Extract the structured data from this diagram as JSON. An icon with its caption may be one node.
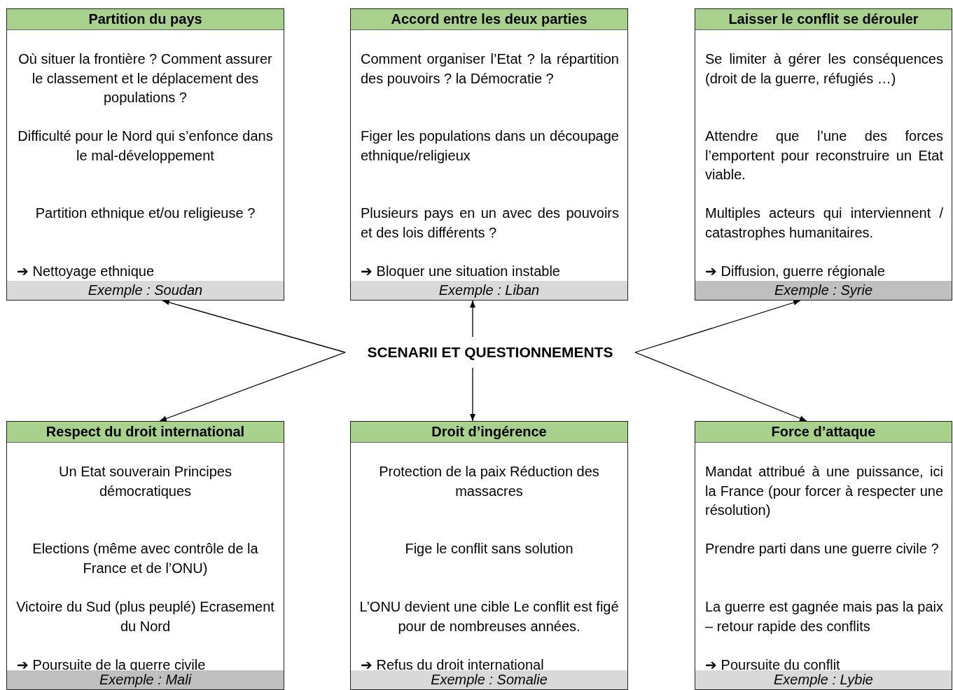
{
  "diagram": {
    "nodes": [
      {
        "text": [
          "Partition du pays",
          "Où situer la frontière ? Comment assurer le classement et le déplacement des populations ?",
          "Difficulté pour le Nord qui s’enfonce dans le mal-développement",
          "Partition ethnique et/ou religieuse ?",
          "➔ Nettoyage ethnique",
          "Exemple : Soudan"
        ]
      },
      {
        "text": [
          "Accord entre les deux parties",
          "Comment organiser l’Etat ? la répartition des pouvoirs ? la Démocratie ?",
          "Figer les populations dans un découpage ethnique/religieux",
          "Plusieurs pays en un avec des pouvoirs et des lois différents ?",
          "➔ Bloquer une situation instable",
          "Exemple : Liban"
        ]
      },
      {
        "text": [
          "Laisser le conflit se dérouler",
          "Se limiter à gérer les conséquences (droit de la guerre, réfugiés …)",
          "Attendre que l’une des forces l’emportent pour reconstruire un Etat viable.",
          "Multiples acteurs qui interviennent / catastrophes humanitaires.",
          "➔ Diffusion, guerre régionale",
          "Exemple : Syrie"
        ]
      },
      {
        "text": [
          "SCENARII ET QUESTIONNEMENTS"
        ]
      },
      {
        "text": [
          "Respect du droit international",
          "Un Etat souverain Principes démocratiques",
          "Elections (même avec contrôle de la France et de l’ONU)",
          "Victoire du Sud (plus peuplé) Ecrasement du Nord",
          "➔ Poursuite de la guerre civile",
          "Exemple : Mali"
        ]
      },
      {
        "text": [
          "Droit d’ingérence",
          "Protection de la paix Réduction des massacres",
          "Fige le conflit sans solution",
          "L’ONU devient une cible Le conflit est figé pour de nombreuses années.",
          "➔ Refus du droit international",
          "Exemple : Somalie"
        ]
      },
      {
        "text": [
          "Force d’attaque",
          "Mandat attribué à une puissance, ici la France (pour forcer à respecter une résolution)",
          "Prendre parti dans une guerre civile ?",
          "La guerre est gagnée mais pas la paix – retour rapide des conflits",
          "➔ Poursuite du conflit",
          "Exemple : Lybie"
        ]
      }
    ],
    "edges": [
      {
        "from": 3,
        "to": 0,
        "arrow": "to"
      },
      {
        "from": 3,
        "to": 1,
        "arrow": "to"
      },
      {
        "from": 3,
        "to": 2,
        "arrow": "to"
      },
      {
        "from": 3,
        "to": 4,
        "arrow": "to"
      },
      {
        "from": 3,
        "to": 5,
        "arrow": "to"
      },
      {
        "from": 3,
        "to": 6,
        "arrow": "to"
      }
    ]
  }
}
